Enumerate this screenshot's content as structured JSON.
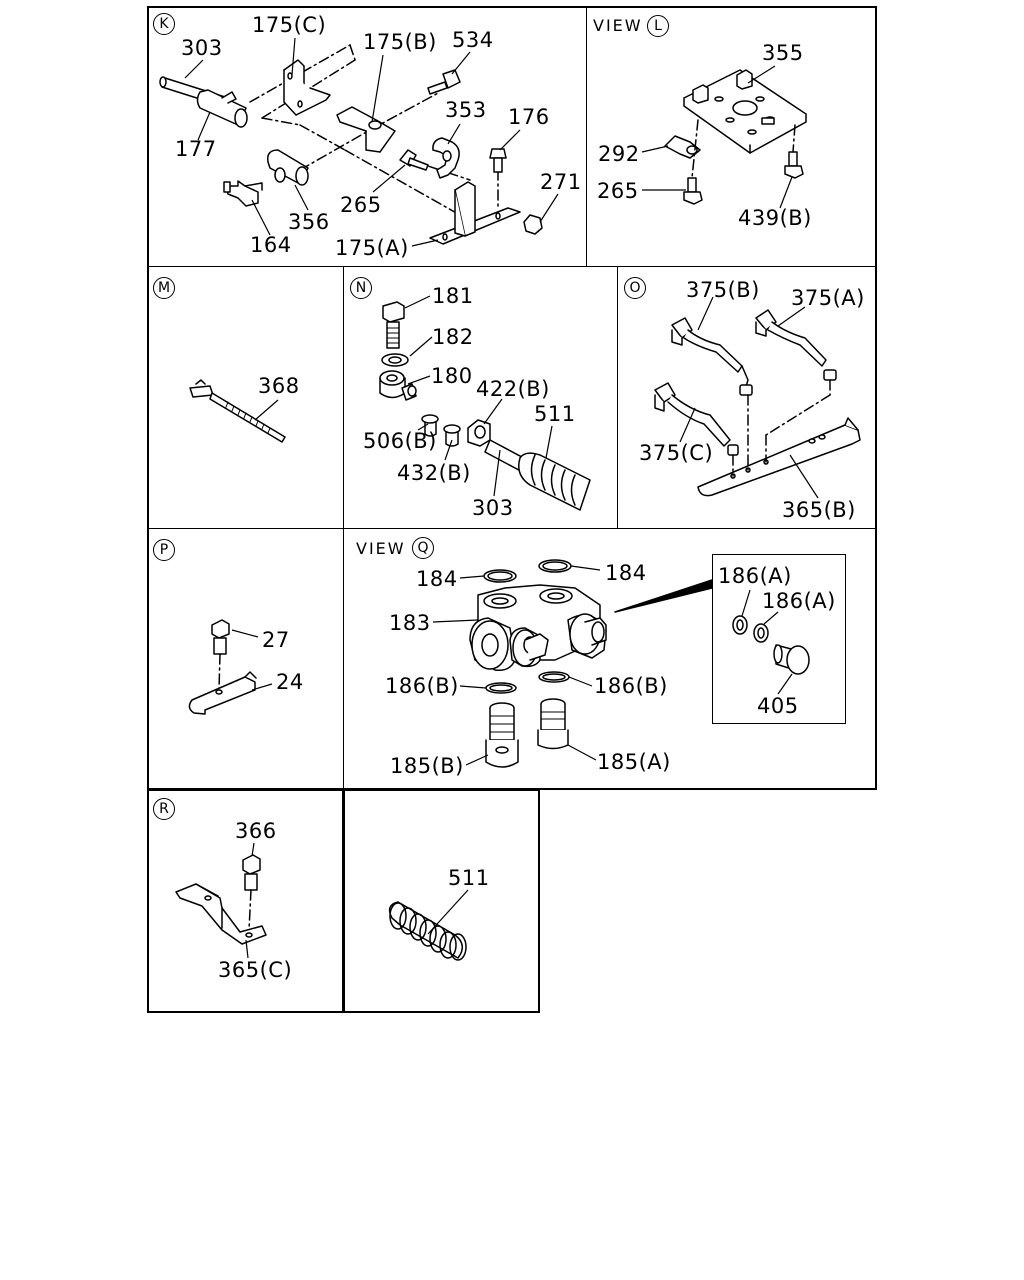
{
  "panels": {
    "K": {
      "marker": "K",
      "labels": [
        "303",
        "175(C)",
        "175(B)",
        "534",
        "353",
        "176",
        "177",
        "356",
        "265",
        "271",
        "164",
        "175(A)"
      ]
    },
    "L": {
      "view_text": "VIEW",
      "marker": "L",
      "labels": [
        "355",
        "292",
        "265",
        "439(B)"
      ]
    },
    "M": {
      "marker": "M",
      "labels": [
        "368"
      ]
    },
    "N": {
      "marker": "N",
      "labels": [
        "181",
        "182",
        "180",
        "422(B)",
        "511",
        "506(B)",
        "432(B)",
        "303"
      ]
    },
    "O": {
      "marker": "O",
      "labels": [
        "375(B)",
        "375(A)",
        "375(C)",
        "365(B)"
      ]
    },
    "P": {
      "marker": "P",
      "labels": [
        "27",
        "24"
      ]
    },
    "Q": {
      "view_text": "VIEW",
      "marker": "Q",
      "labels": [
        "184",
        "184",
        "183",
        "186(B)",
        "186(B)",
        "185(B)",
        "185(A)"
      ],
      "inset_labels": [
        "186(A)",
        "186(A)",
        "405"
      ]
    },
    "R": {
      "marker": "R",
      "labels": [
        "366",
        "365(C)"
      ]
    },
    "S": {
      "labels": [
        "511"
      ]
    }
  }
}
